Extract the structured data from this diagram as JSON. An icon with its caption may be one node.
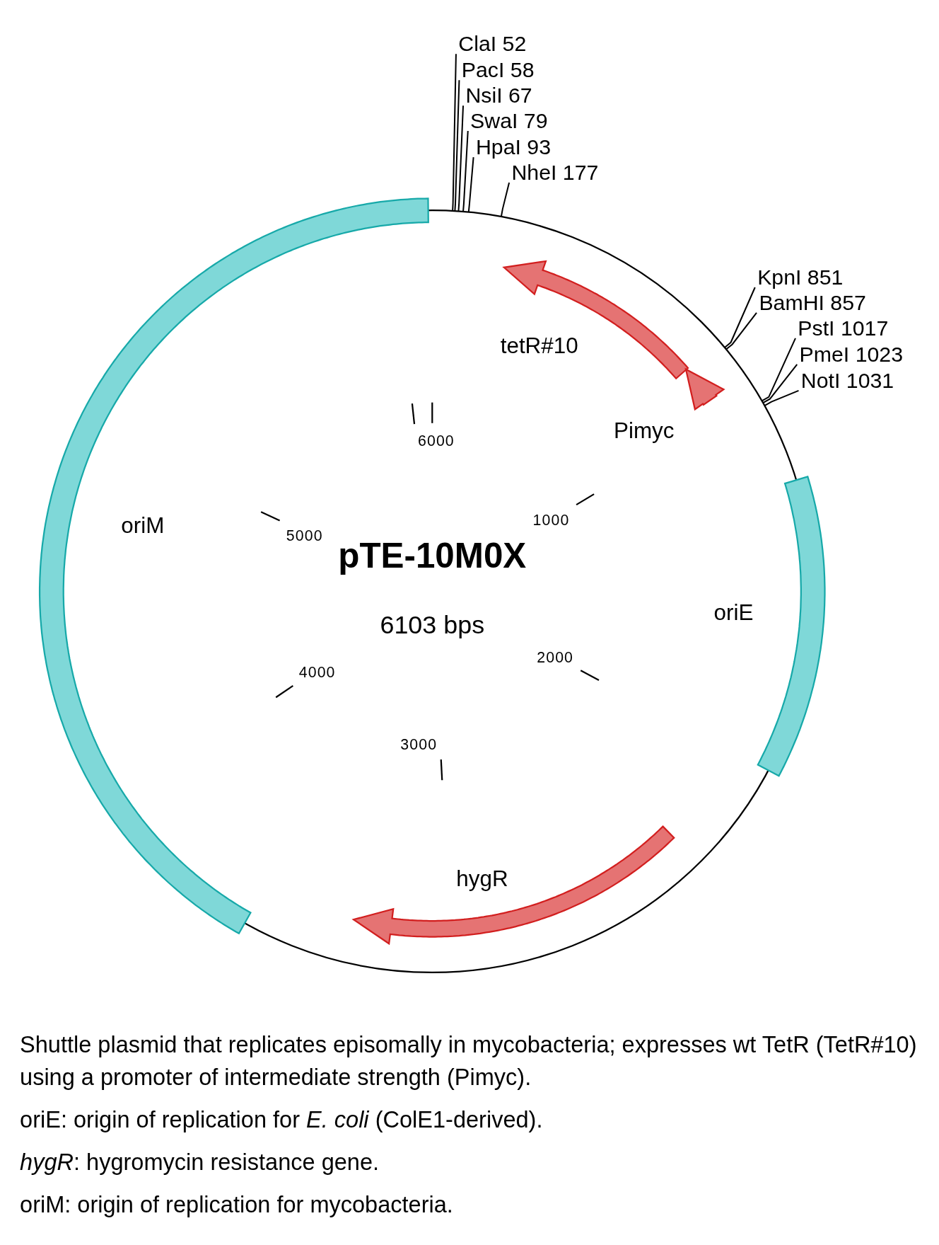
{
  "diagram": {
    "title": "pTE-10M0X",
    "caption": "Shuttle plasmid that replicates episomally in mycobacteria; expresses wt TetR (TetR#10) using a promoter of intermediate strength (Pimyc).",
    "nodes": [
      {
        "text": [
          "ClaI 52"
        ]
      },
      {
        "text": [
          "PacI 58"
        ]
      },
      {
        "text": [
          "NsiI 67"
        ]
      },
      {
        "text": [
          "SwaI 79"
        ]
      },
      {
        "text": [
          "HpaI 93"
        ]
      },
      {
        "text": [
          "NheI 177"
        ]
      },
      {
        "text": [
          "KpnI 851"
        ]
      },
      {
        "text": [
          "BamHI 857"
        ]
      },
      {
        "text": [
          "PstI 1017"
        ]
      },
      {
        "text": [
          "PmeI 1023"
        ]
      },
      {
        "text": [
          "NotI 1031"
        ]
      },
      {
        "text": [],
        "shape": "arrow",
        "beside": [
          "tetR#10"
        ]
      },
      {
        "text": [],
        "shape": "arrow",
        "beside": [
          "Pimyc"
        ]
      },
      {
        "text": [],
        "shape": "bar",
        "beside": [
          "oriM"
        ]
      },
      {
        "text": [],
        "shape": "bar",
        "beside": [
          "oriE"
        ]
      },
      {
        "text": [],
        "shape": "arrow",
        "beside": [
          "hygR"
        ]
      }
    ],
    "edges": [
      {
        "from": 0,
        "to": null,
        "arrow": "none"
      },
      {
        "from": 1,
        "to": null,
        "arrow": "none"
      },
      {
        "from": 2,
        "to": null,
        "arrow": "none"
      },
      {
        "from": 3,
        "to": null,
        "arrow": "none"
      },
      {
        "from": 4,
        "to": null,
        "arrow": "none"
      },
      {
        "from": 5,
        "to": null,
        "arrow": "none"
      },
      {
        "from": 6,
        "to": null,
        "arrow": "none"
      },
      {
        "from": 7,
        "to": null,
        "arrow": "none"
      },
      {
        "from": 8,
        "to": null,
        "arrow": "none"
      },
      {
        "from": 9,
        "to": null,
        "arrow": "none"
      },
      {
        "from": 10,
        "to": null,
        "arrow": "none"
      }
    ],
    "labels": [
      "6103 bps",
      "6000",
      "1000",
      "5000",
      "2000",
      "4000",
      "3000",
      "oriE: origin of replication for *E. coli* (ColE1-derived).",
      "*hygR*: hygromycin resistance gene.",
      "oriM: origin of replication for mycobacteria."
    ]
  }
}
